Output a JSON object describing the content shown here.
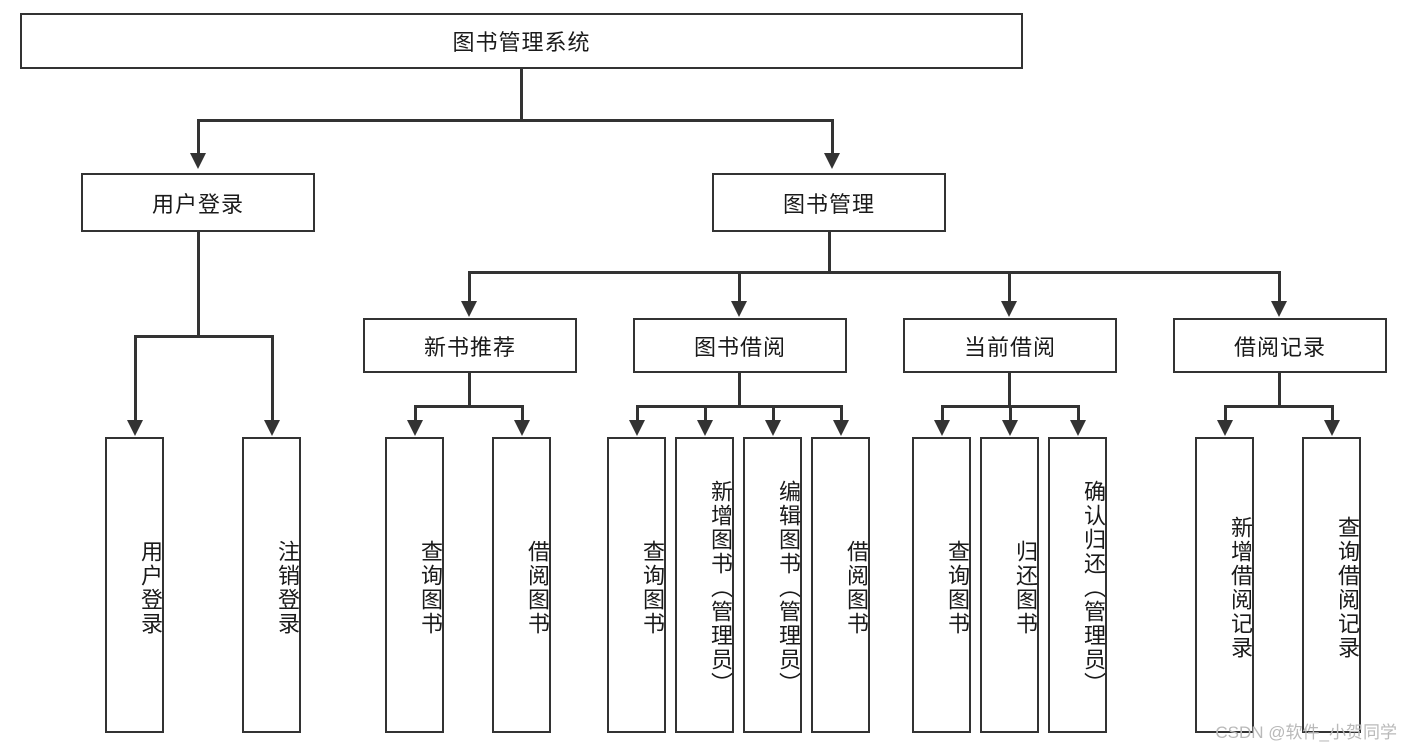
{
  "diagram": {
    "title": "图书管理系统",
    "root": {
      "label": "图书管理系统"
    },
    "level1": [
      {
        "label": "用户登录"
      },
      {
        "label": "图书管理"
      }
    ],
    "level2": [
      {
        "label": "新书推荐"
      },
      {
        "label": "图书借阅"
      },
      {
        "label": "当前借阅"
      },
      {
        "label": "借阅记录"
      }
    ],
    "leaves": {
      "user_login": [
        {
          "label": "用户登录"
        },
        {
          "label": "注销登录"
        }
      ],
      "new_book_recommend": [
        {
          "label": "查询图书"
        },
        {
          "label": "借阅图书"
        }
      ],
      "book_borrow": [
        {
          "label": "查询图书"
        },
        {
          "label": "新增图书（管理员）"
        },
        {
          "label": "编辑图书（管理员）"
        },
        {
          "label": "借阅图书"
        }
      ],
      "current_borrow": [
        {
          "label": "查询图书"
        },
        {
          "label": "归还图书"
        },
        {
          "label": "确认归还（管理员）"
        }
      ],
      "borrow_record": [
        {
          "label": "新增借阅记录"
        },
        {
          "label": "查询借阅记录"
        }
      ]
    }
  },
  "watermark": {
    "text": "CSDN @软件_小贺同学"
  },
  "colors": {
    "stroke": "#333333",
    "fill": "#ffffff",
    "text": "#1a1a1a",
    "watermark": "#b9b9b9"
  }
}
